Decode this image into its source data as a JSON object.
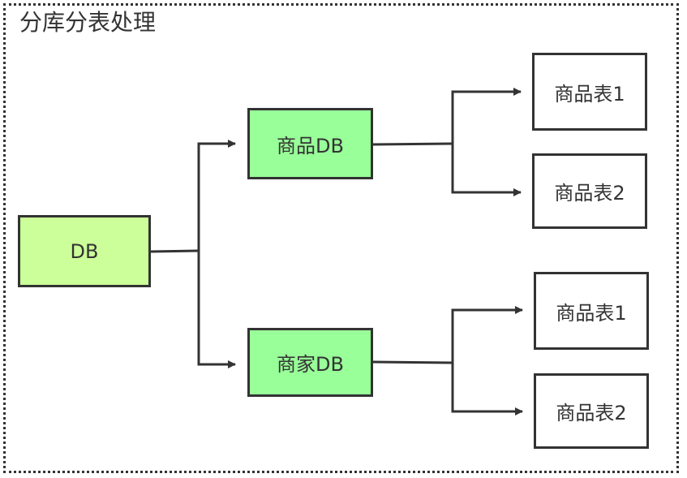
{
  "diagram": {
    "title": "分库分表处理",
    "nodes": {
      "db": {
        "label": "DB",
        "fill": "#ccff99"
      },
      "goods_db": {
        "label": "商品DB",
        "fill": "#99ff99"
      },
      "merchant_db": {
        "label": "商家DB",
        "fill": "#99ff99"
      },
      "goods_table_1": {
        "label": "商品表1",
        "fill": "#ffffff"
      },
      "goods_table_2": {
        "label": "商品表2",
        "fill": "#ffffff"
      },
      "merchant_goods_table_1": {
        "label": "商品表1",
        "fill": "#ffffff"
      },
      "merchant_goods_table_2": {
        "label": "商品表2",
        "fill": "#ffffff"
      }
    },
    "edges": [
      {
        "from": "db",
        "to": "goods_db"
      },
      {
        "from": "db",
        "to": "merchant_db"
      },
      {
        "from": "goods_db",
        "to": "goods_table_1"
      },
      {
        "from": "goods_db",
        "to": "goods_table_2"
      },
      {
        "from": "merchant_db",
        "to": "merchant_goods_table_1"
      },
      {
        "from": "merchant_db",
        "to": "merchant_goods_table_2"
      }
    ],
    "colors": {
      "stroke": "#333333",
      "frame_border": "#333333"
    }
  }
}
